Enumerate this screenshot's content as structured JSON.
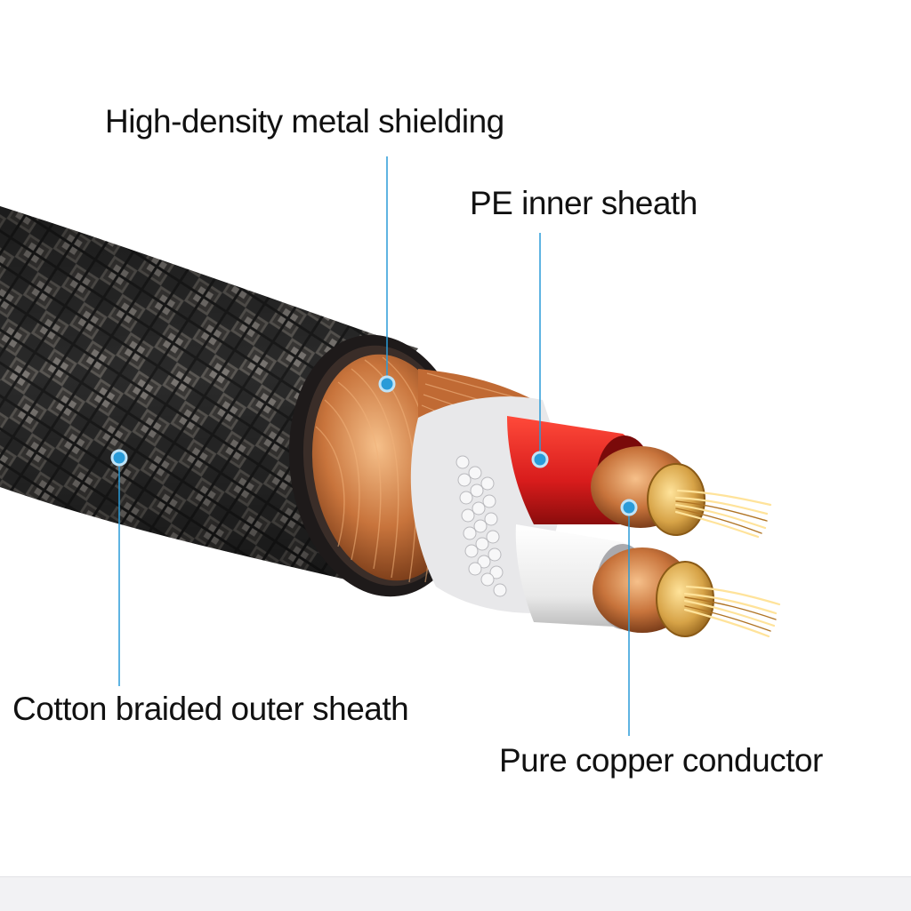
{
  "diagram": {
    "labels": {
      "shielding": "High-density metal shielding",
      "inner_sheath": "PE inner sheath",
      "outer_sheath": "Cotton braided outer sheath",
      "conductor": "Pure copper conductor"
    },
    "colors": {
      "callout": "#2a9bd8",
      "braid_dark": "#2b2b2b",
      "braid_light": "#7a7672",
      "copper": "#c8743c",
      "copper_light": "#f0b478",
      "red_sheath": "#d81c1c",
      "white_sheath": "#f4f4f4",
      "gold": "#d7a347"
    }
  }
}
